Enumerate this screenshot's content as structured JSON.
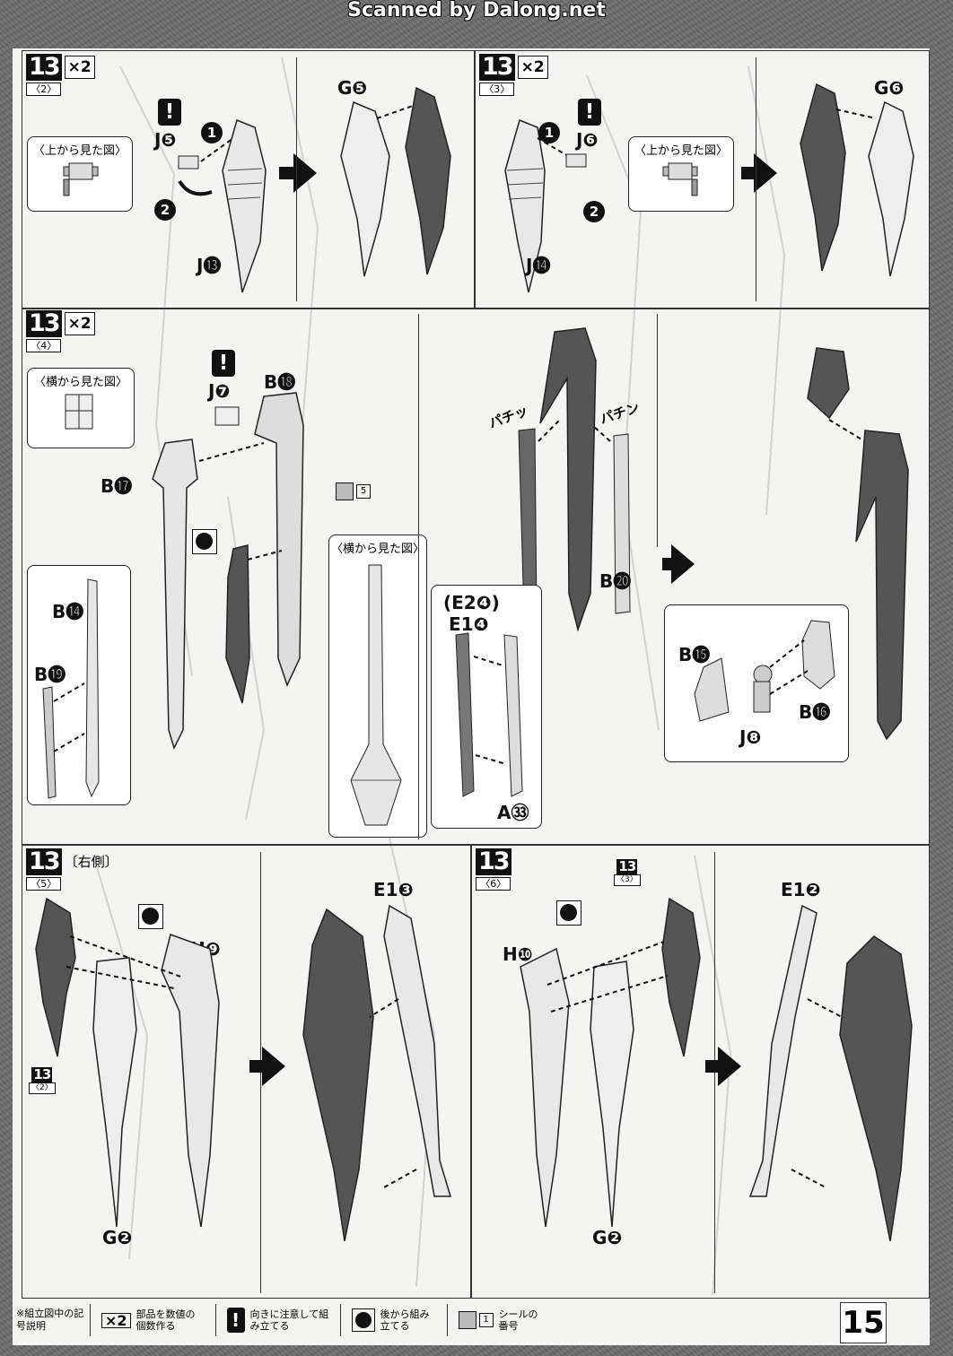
{
  "watermark": "Scanned by Dalong.net",
  "steps": {
    "s2": {
      "num": "13",
      "sub": "〈2〉",
      "mult": "×2",
      "callout": "〈上から見た図〉",
      "parts": {
        "j5": "J❺",
        "j13": "J⓭",
        "g5": "G❺"
      },
      "m1": "1",
      "m2": "2"
    },
    "s3": {
      "num": "13",
      "sub": "〈3〉",
      "mult": "×2",
      "callout": "〈上から見た図〉",
      "parts": {
        "j6": "J❻",
        "j14": "J⓮",
        "g6": "G❻"
      },
      "m1": "1",
      "m2": "2"
    },
    "s4": {
      "num": "13",
      "sub": "〈4〉",
      "mult": "×2",
      "callout_side1": "〈横から見た図〉",
      "callout_side2": "〈横から見た図〉",
      "parts": {
        "j7": "J❼",
        "b18": "B⓲",
        "b17": "B⓱",
        "b14": "B⓮",
        "b19": "B⓳",
        "b20": "B⓴",
        "e2": "(E2❹)",
        "e1": "E1❹",
        "a33": "A㉝",
        "b15": "B⓯",
        "b16": "B⓰",
        "j8": "J❽"
      },
      "seal": "5",
      "sound1": "パチッ",
      "sound2": "パチン"
    },
    "s5": {
      "num": "13",
      "sub": "〈5〉",
      "side_note": "〔右側〕",
      "parts": {
        "h9": "H❾",
        "e13": "E1❸",
        "g2": "G❷"
      },
      "ref": {
        "num": "13",
        "sub": "〈2〉"
      }
    },
    "s6": {
      "num": "13",
      "sub": "〈6〉",
      "parts": {
        "h10": "H❿",
        "e12": "E1❷",
        "g2": "G❷"
      },
      "ref": {
        "num": "13",
        "sub": "〈3〉"
      }
    }
  },
  "legend": {
    "label": "※組立図中の記号説明",
    "items": [
      {
        "icon": "×2",
        "text": "部品を数値の個数作る"
      },
      {
        "icon": "!",
        "text": "向きに注意して組み立てる"
      },
      {
        "icon": "",
        "text": "後から組み立てる"
      },
      {
        "icon": "1",
        "text": "シールの番号"
      }
    ]
  },
  "page_number": "15"
}
